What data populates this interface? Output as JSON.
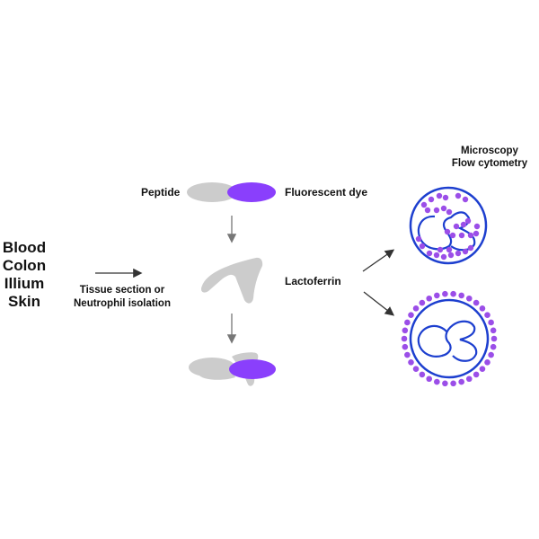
{
  "samples": [
    "Blood",
    "Colon",
    "Illium",
    "Skin"
  ],
  "preparation": [
    "Tissue section or",
    "Neutrophil isolation"
  ],
  "labels": {
    "peptide": "Peptide",
    "dye": "Fluorescent dye",
    "target": "Lactoferrin"
  },
  "methods": [
    "Microscopy",
    "Flow cytometry"
  ],
  "colors": {
    "peptide_gray": "#cccccc",
    "dye_purple": "#8a3ffc",
    "cell_blue": "#1d3fcf",
    "granule_purple": "#9b4ee8",
    "arrow": "#333333",
    "arrow_gray": "#777777"
  }
}
